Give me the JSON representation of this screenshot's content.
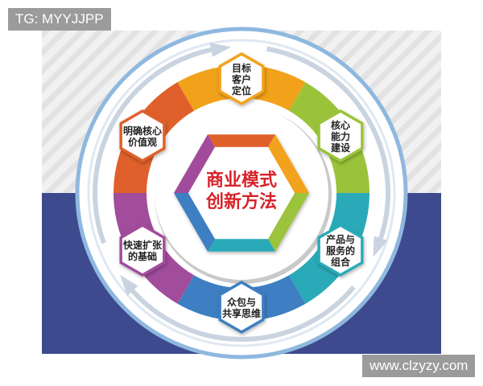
{
  "watermark_top": "TG: MYYJJPP",
  "watermark_bottom": "www.clzyzy.com",
  "center": {
    "line1": "商业模式",
    "line2": "创新方法"
  },
  "nodes": [
    {
      "lines": [
        "目标",
        "客户",
        "定位"
      ]
    },
    {
      "lines": [
        "核心",
        "能力",
        "建设"
      ]
    },
    {
      "lines": [
        "产品与",
        "服务的",
        "组合"
      ]
    },
    {
      "lines": [
        "众包与",
        "共享思维"
      ]
    },
    {
      "lines": [
        "快速扩张",
        "的基础"
      ]
    },
    {
      "lines": [
        "明确核心",
        "价值观"
      ]
    }
  ],
  "colors": {
    "ring_segments": [
      "#f2a21a",
      "#9bc33a",
      "#2aaab8",
      "#3d7fc2",
      "#a24c9c",
      "#e0602b"
    ],
    "center_text": "#d8232a",
    "stripe_bg": "#eeeeee",
    "navy_bg": "#3d4a8e"
  }
}
